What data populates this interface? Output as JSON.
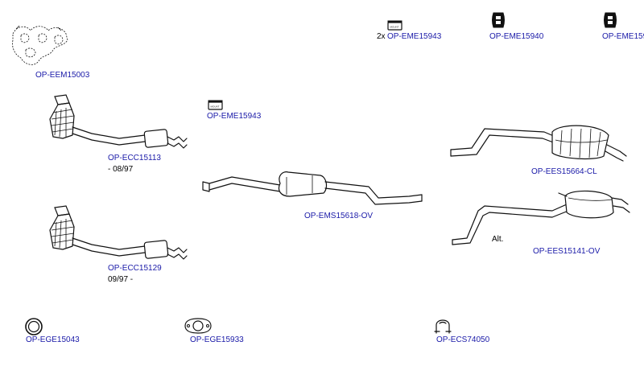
{
  "parts": {
    "manifold_gasket": {
      "code": "OP-EEM15003"
    },
    "mount_a": {
      "qty": "2x",
      "code": "OP-EME15943",
      "icon_text": "MOUNT"
    },
    "mount_b": {
      "code": "OP-EME15940"
    },
    "mount_c": {
      "code": "OP-EME159"
    },
    "cat1": {
      "code": "OP-ECC15113",
      "note": "- 08/97"
    },
    "mount_d": {
      "code": "OP-EME15943",
      "icon_text": "MOUNT"
    },
    "rear_silencer_cl": {
      "code": "OP-EES15664-CL"
    },
    "middle_silencer": {
      "code": "OP-EMS15618-OV"
    },
    "rear_silencer_ov": {
      "code": "OP-EES15141-OV",
      "note": "Alt."
    },
    "cat2": {
      "code": "OP-ECC15129",
      "note": "09/97 -"
    },
    "ring_gasket": {
      "code": "OP-EGE15043"
    },
    "flange_gasket": {
      "code": "OP-EGE15933"
    },
    "clamp": {
      "code": "OP-ECS74050"
    }
  },
  "colors": {
    "code_text": "#1a1aa8",
    "line": "#111111",
    "background": "#ffffff"
  }
}
